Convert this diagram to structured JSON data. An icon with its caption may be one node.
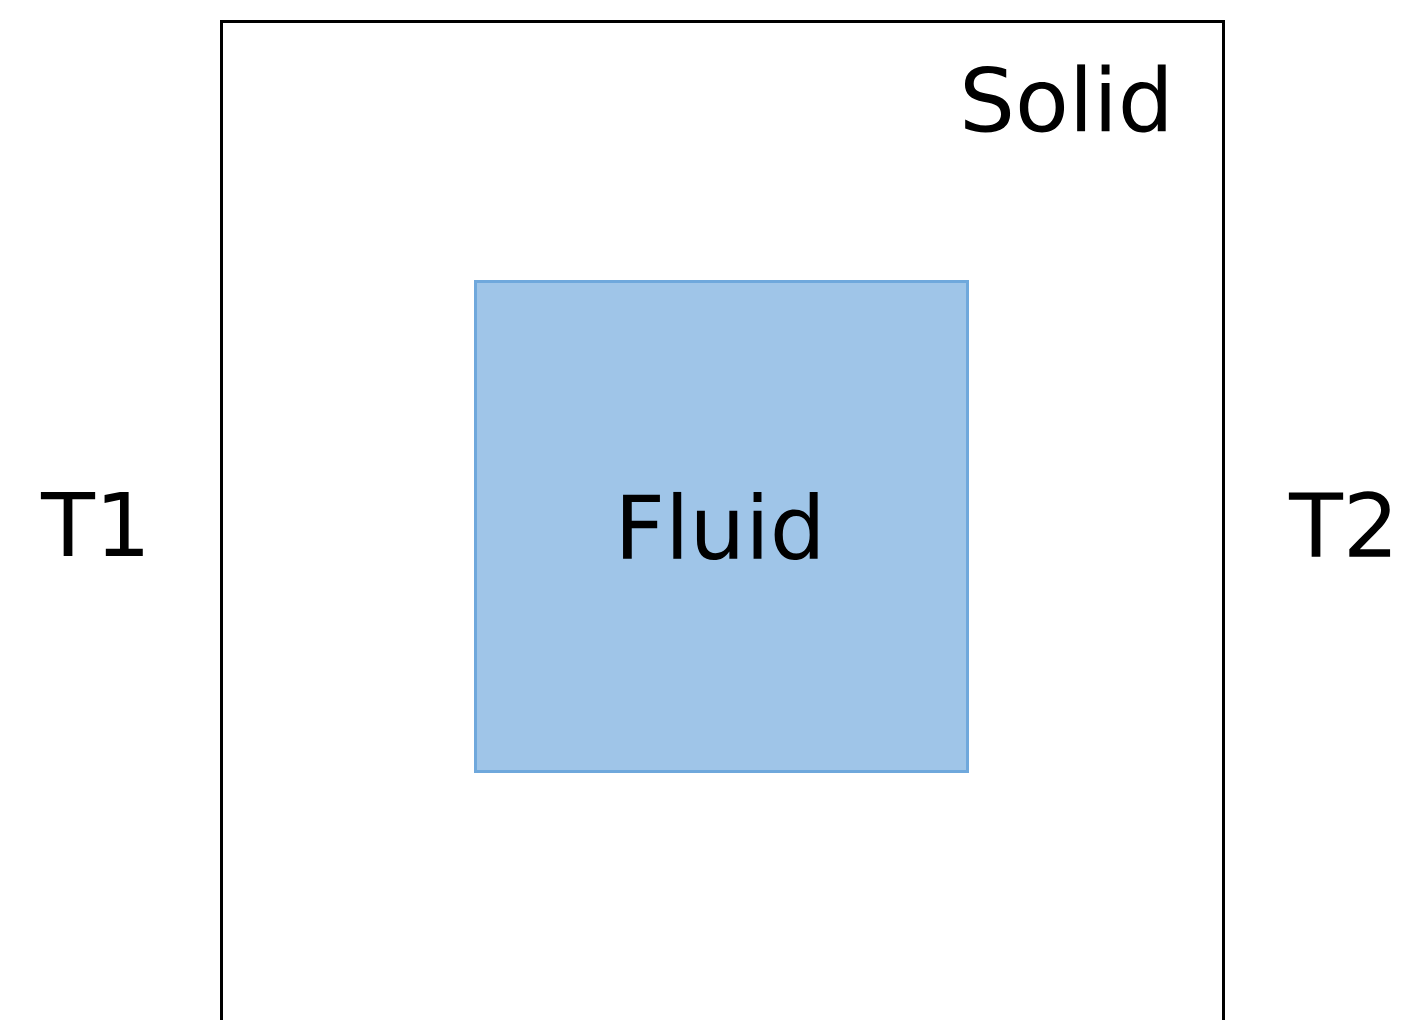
{
  "diagram": {
    "nodes": [
      {
        "text": [
          "Solid"
        ]
      },
      {
        "text": [
          "Fluid"
        ],
        "in": 0
      }
    ],
    "labels": [
      "T1",
      "T2"
    ]
  }
}
